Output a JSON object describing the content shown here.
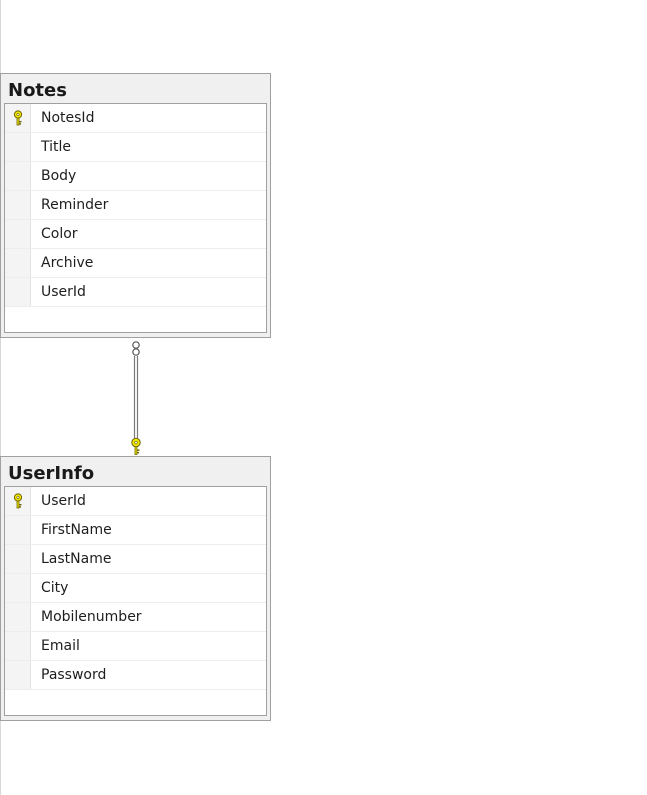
{
  "diagram": {
    "tables": [
      {
        "id": "notes",
        "title": "Notes",
        "columns": [
          {
            "name": "NotesId",
            "primary_key": true
          },
          {
            "name": "Title",
            "primary_key": false
          },
          {
            "name": "Body",
            "primary_key": false
          },
          {
            "name": "Reminder",
            "primary_key": false
          },
          {
            "name": "Color",
            "primary_key": false
          },
          {
            "name": "Archive",
            "primary_key": false
          },
          {
            "name": "UserId",
            "primary_key": false
          }
        ]
      },
      {
        "id": "userinfo",
        "title": "UserInfo",
        "columns": [
          {
            "name": "UserId",
            "primary_key": true
          },
          {
            "name": "FirstName",
            "primary_key": false
          },
          {
            "name": "LastName",
            "primary_key": false
          },
          {
            "name": "City",
            "primary_key": false
          },
          {
            "name": "Mobilenumber",
            "primary_key": false
          },
          {
            "name": "Email",
            "primary_key": false
          },
          {
            "name": "Password",
            "primary_key": false
          }
        ]
      }
    ],
    "relationship": {
      "from_table": "Notes",
      "to_table": "UserInfo",
      "from_end": "infinity-icon",
      "to_end": "key-icon"
    },
    "icons": {
      "primary_key": "key-icon",
      "many_end": "infinity-icon"
    },
    "colors": {
      "key_fill": "#f2e600",
      "key_stroke": "#6b6400",
      "line": "#7a7a7a",
      "table_border": "#a0a0a0",
      "table_header_bg": "#f0f0f0"
    }
  }
}
